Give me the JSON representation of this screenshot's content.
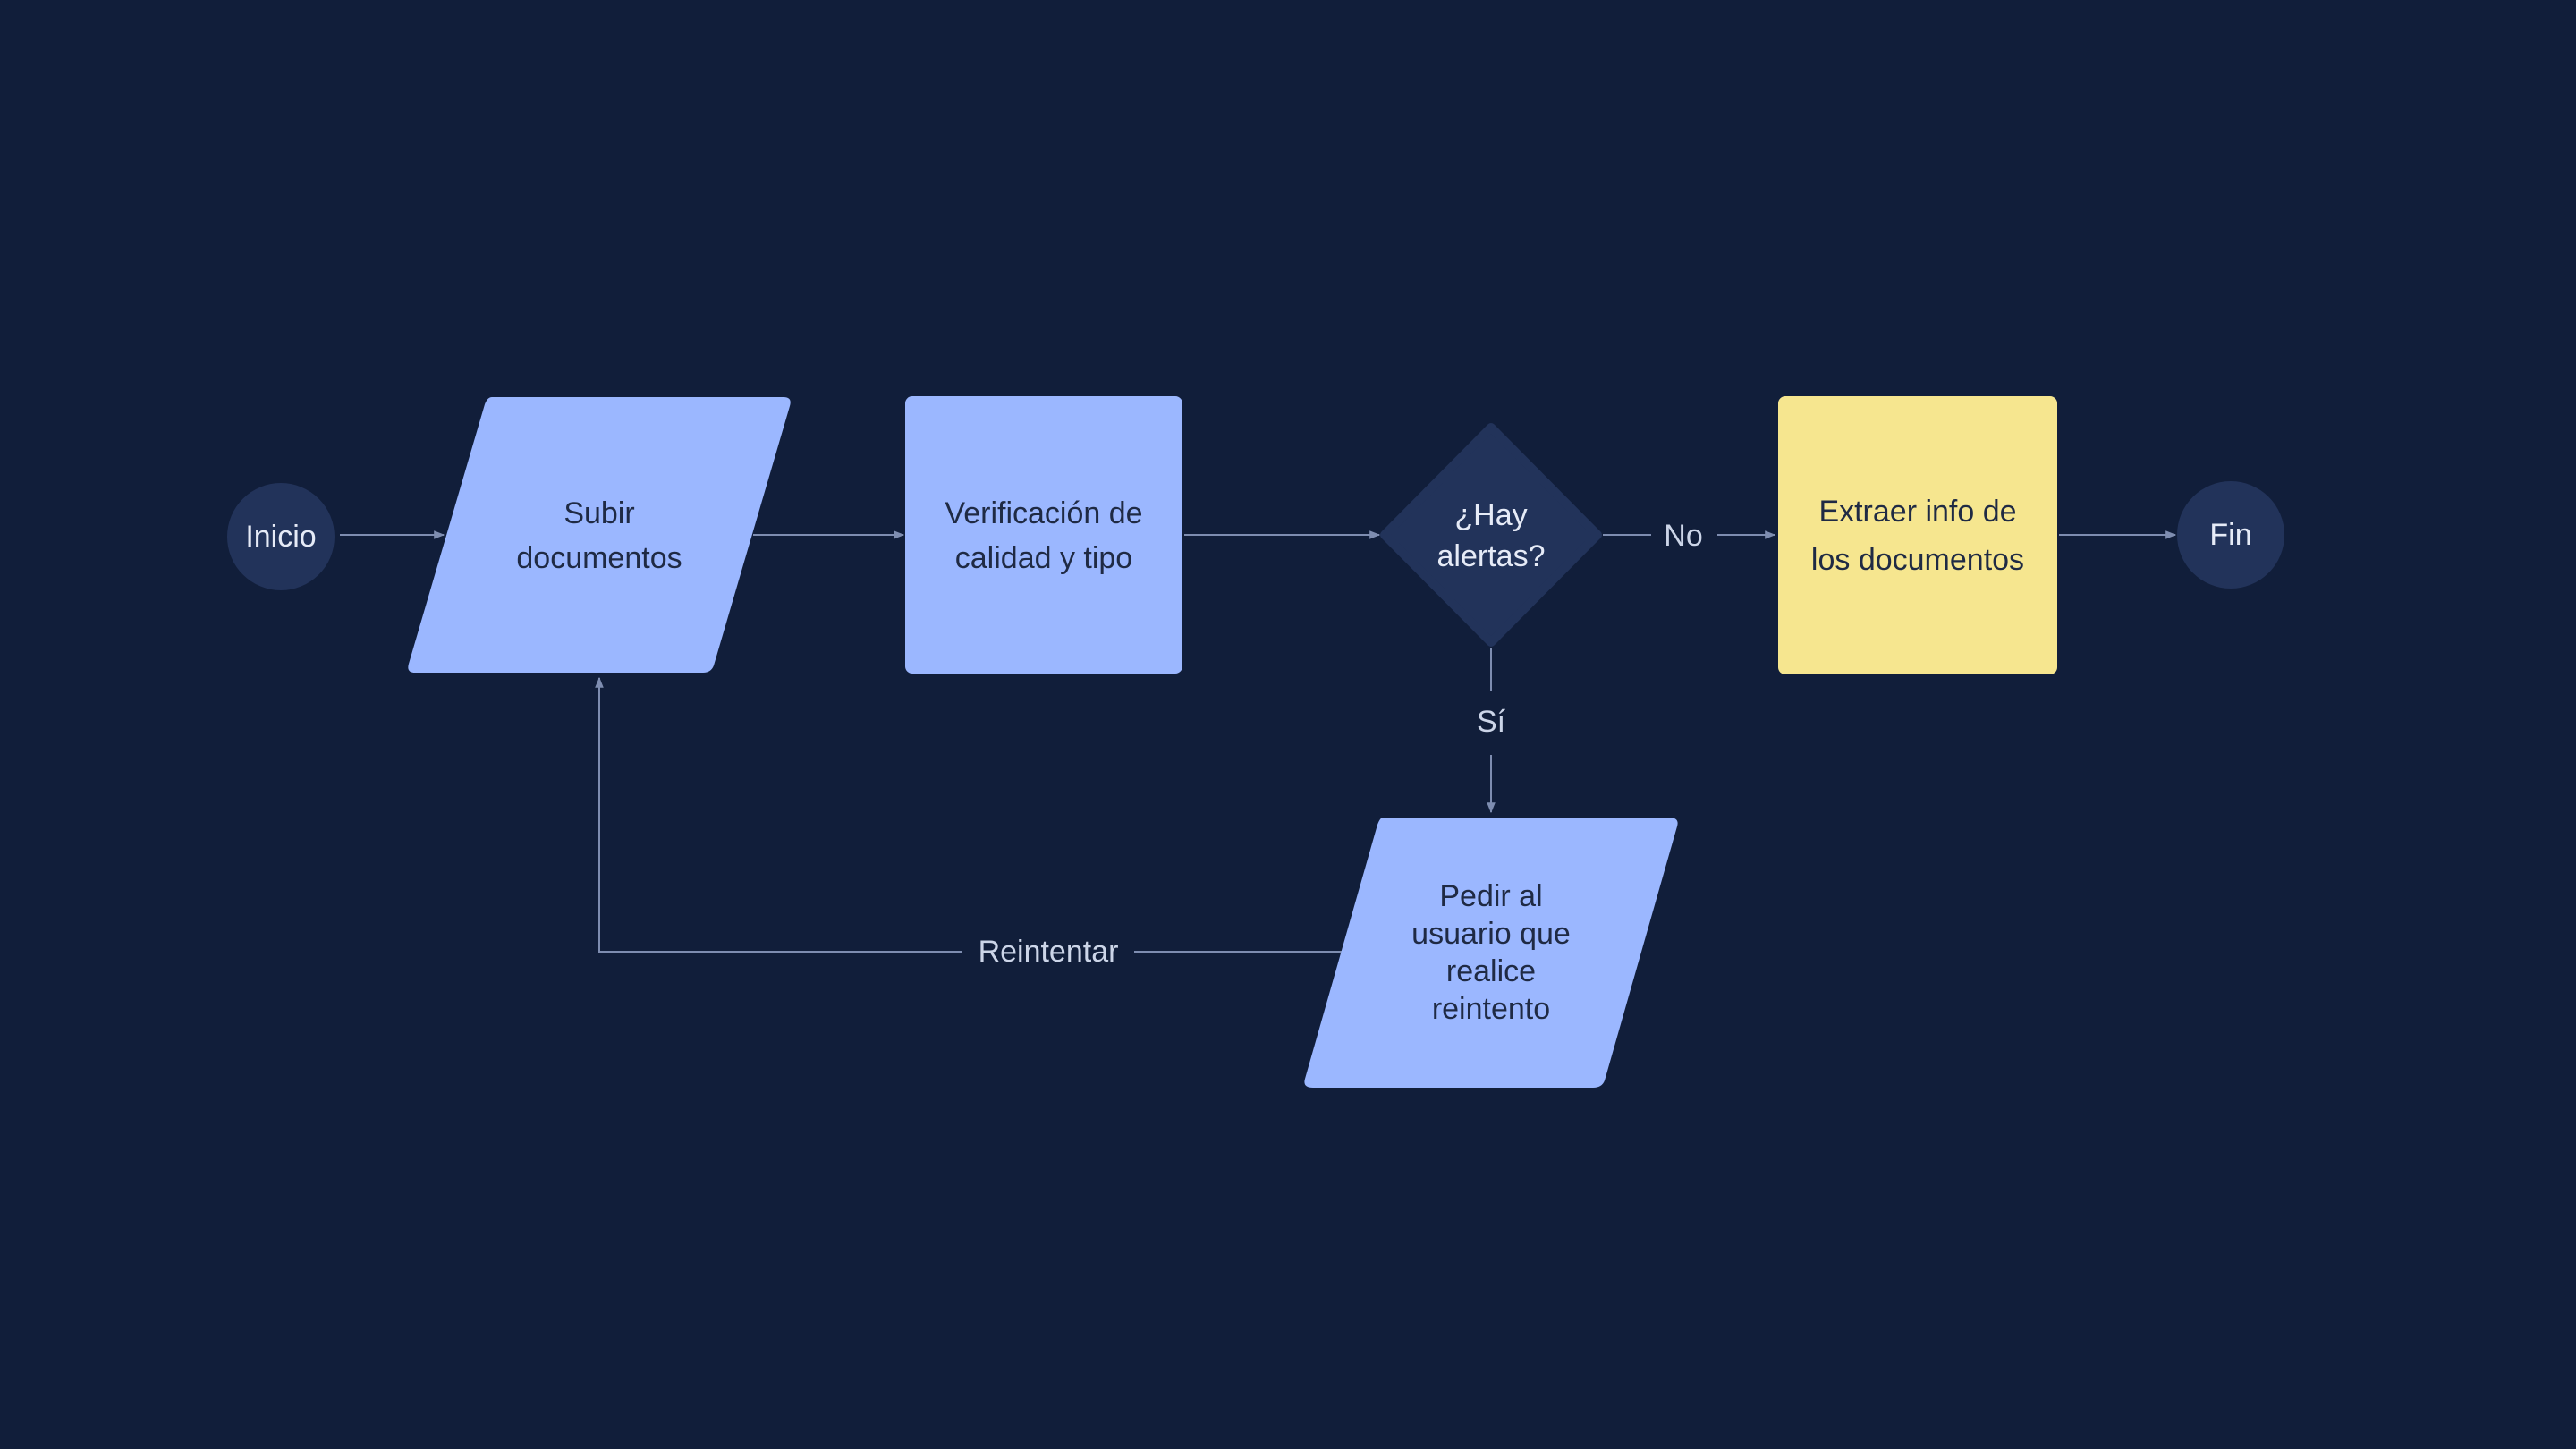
{
  "colors": {
    "background": "#111e3a",
    "node_dark": "#22335a",
    "node_blue": "#9bb7ff",
    "node_yellow": "#f6e68f",
    "edge": "#7e8db0",
    "text_light": "#e6ebf7",
    "text_dark": "#1f2a44",
    "label_text": "#ccd5e8"
  },
  "nodes": {
    "inicio": {
      "label": "Inicio"
    },
    "subir": {
      "line1": "Subir",
      "line2": "documentos"
    },
    "verificacion": {
      "line1": "Verificación de",
      "line2": "calidad y tipo"
    },
    "alertas": {
      "line1": "¿Hay",
      "line2": "alertas?"
    },
    "extraer": {
      "line1": "Extraer info de",
      "line2": "los documentos"
    },
    "fin": {
      "label": "Fin"
    },
    "pedir": {
      "line1": "Pedir al",
      "line2": "usuario que",
      "line3": "realice",
      "line4": "reintento"
    }
  },
  "edges": {
    "no": "No",
    "si": "Sí",
    "reintentar": "Reintentar"
  }
}
